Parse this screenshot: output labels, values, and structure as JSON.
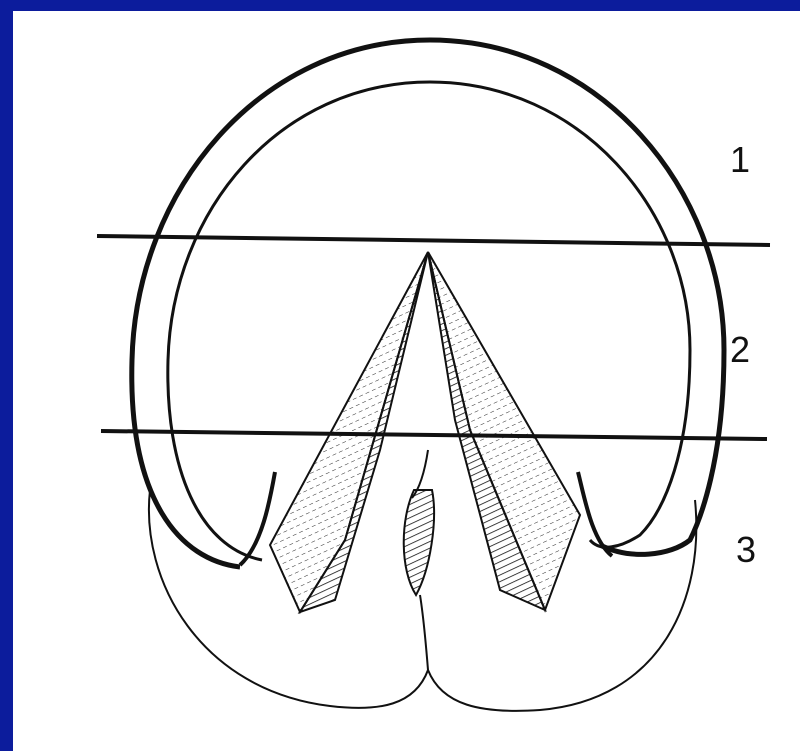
{
  "diagram": {
    "zone_labels": [
      "1",
      "2",
      "3"
    ]
  },
  "colors": {
    "border": "#0c1c9c",
    "background": "#ffffff",
    "line": "#111111"
  }
}
